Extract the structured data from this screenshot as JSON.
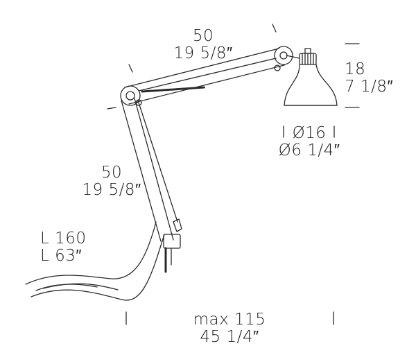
{
  "dimensions": {
    "upper_arm": {
      "metric": "50",
      "imperial": "19 5/8″"
    },
    "lower_arm": {
      "metric": "50",
      "imperial": "19 5/8″"
    },
    "shade_height": {
      "metric": "18",
      "imperial": "7 1/8″"
    },
    "shade_diameter": {
      "metric": "Ø16",
      "imperial": "Ø6 1/4″"
    },
    "cable_length": {
      "metric": "L 160",
      "imperial": "L 63″"
    },
    "max_reach": {
      "metric": "max 115",
      "imperial": "45 1/4″"
    }
  },
  "colors": {
    "line": "#2a2a2a",
    "text": "#1e1e1e",
    "background": "#ffffff"
  }
}
